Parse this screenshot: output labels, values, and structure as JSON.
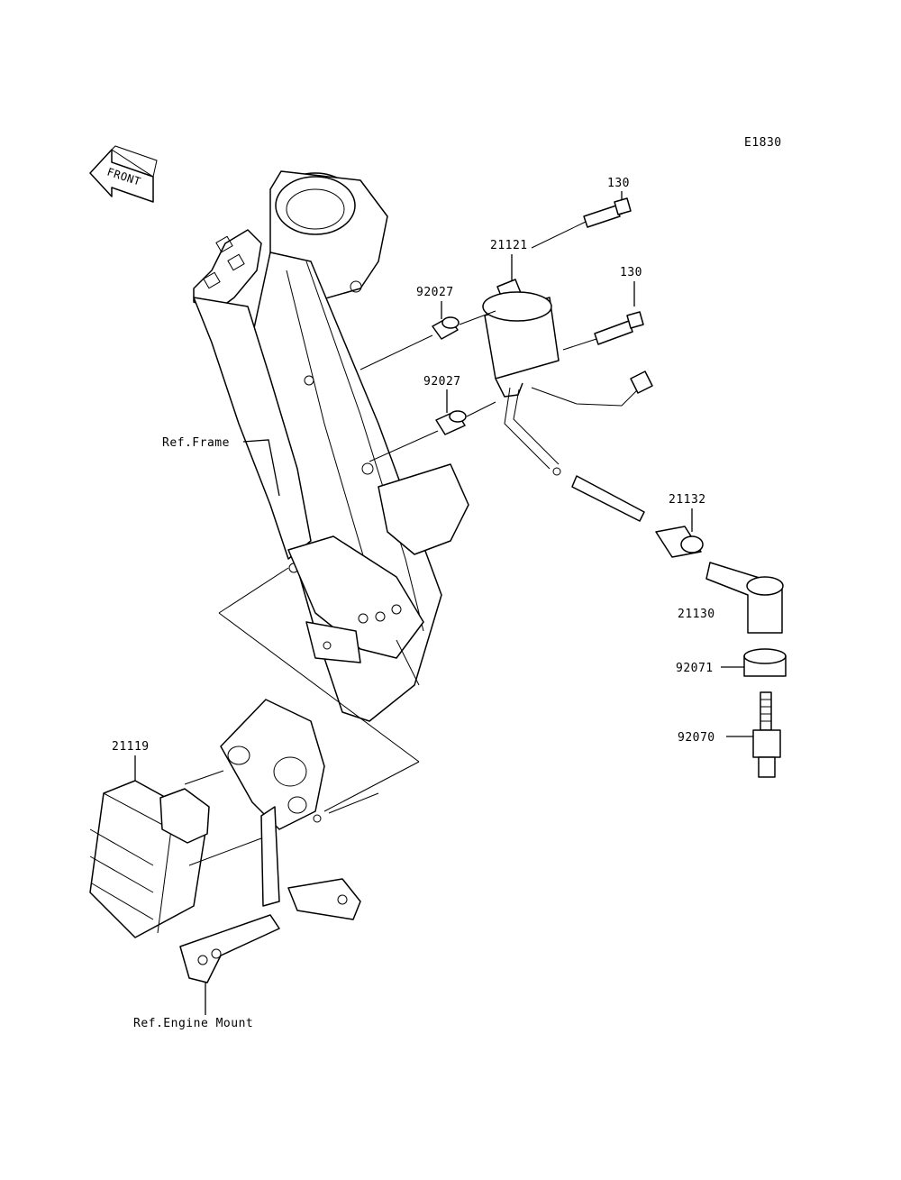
{
  "diagram_id": "E1830",
  "front_arrow_text": "FRONT",
  "labels": {
    "bolt_upper": "130",
    "bolt_lower": "130",
    "ignition_coil": "21121",
    "collar_upper": "92027",
    "collar_lower": "92027",
    "ref_frame": "Ref.Frame",
    "spark_plug_cap_seal": "21132",
    "spark_plug_cap": "21130",
    "cap_ring": "92071",
    "spark_plug": "92070",
    "cdi_unit": "21119",
    "ref_engine_mount": "Ref.Engine Mount"
  }
}
